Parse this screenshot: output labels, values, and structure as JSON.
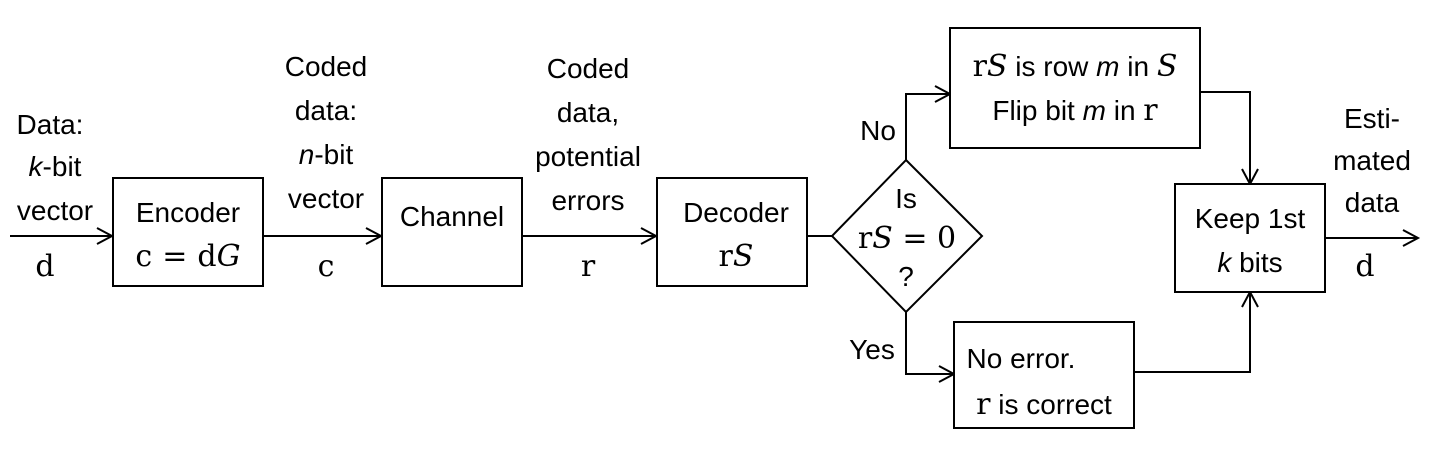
{
  "input": {
    "label_line1": "Data:",
    "label_line2_italic": "k",
    "label_line2_rest": "-bit",
    "label_line3": "vector",
    "symbol": "d"
  },
  "encoder": {
    "title": "Encoder",
    "eq_c": "c",
    "eq_eq": "=",
    "eq_d": "d",
    "eq_G": "G"
  },
  "coded": {
    "line1": "Coded",
    "line2": "data:",
    "line3_italic": "n",
    "line3_rest": "-bit",
    "line4": "vector",
    "symbol": "c"
  },
  "channel": {
    "title": "Channel"
  },
  "received": {
    "line1": "Coded",
    "line2": "data,",
    "line3": "potential",
    "line4": "errors",
    "symbol": "r"
  },
  "decoder": {
    "title": "Decoder",
    "expr_r": "r",
    "expr_S": "S"
  },
  "decision": {
    "line1": "Is",
    "expr_r": "r",
    "expr_S": "S",
    "expr_rest": " = 0",
    "line3": "?",
    "no_label": "No",
    "yes_label": "Yes"
  },
  "flip_box": {
    "line1_r": "r",
    "line1_S": "S",
    "line1_mid": " is row ",
    "line1_m": "m",
    "line1_in": " in ",
    "line1_S2": "S",
    "line2_a": "Flip bit ",
    "line2_m": "m",
    "line2_b": " in ",
    "line2_r": "r"
  },
  "noerror_box": {
    "line1": "No error.",
    "line2_r": "r",
    "line2_rest": " is correct"
  },
  "keep_box": {
    "line1": "Keep 1st",
    "line2_k": "k",
    "line2_rest": " bits"
  },
  "output": {
    "line1": "Esti-",
    "line2": "mated",
    "line3": "data",
    "symbol": "d"
  }
}
